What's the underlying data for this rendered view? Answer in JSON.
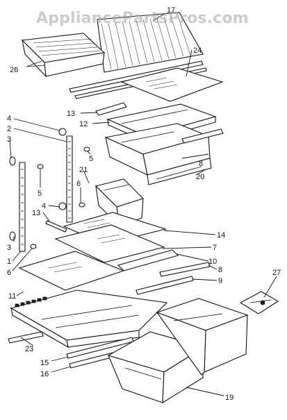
{
  "watermark": "AppliancePartsPros.com",
  "callouts": {
    "c1": "1",
    "c2": "2",
    "c3a": "3",
    "c3b": "3",
    "c4a": "4",
    "c4b": "4",
    "c5a": "5",
    "c5b": "5",
    "c6a": "6",
    "c6b": "6",
    "c7": "7",
    "c8a": "8",
    "c8b": "8",
    "c9": "9",
    "c10": "10",
    "c11": "11",
    "c12": "12",
    "c13a": "13",
    "c13b": "13",
    "c14": "14",
    "c15": "15",
    "c16": "16",
    "c17": "17",
    "c19": "19",
    "c20": "20",
    "c21": "21",
    "c23": "23",
    "c24": "24",
    "c26": "26",
    "c27": "27"
  }
}
